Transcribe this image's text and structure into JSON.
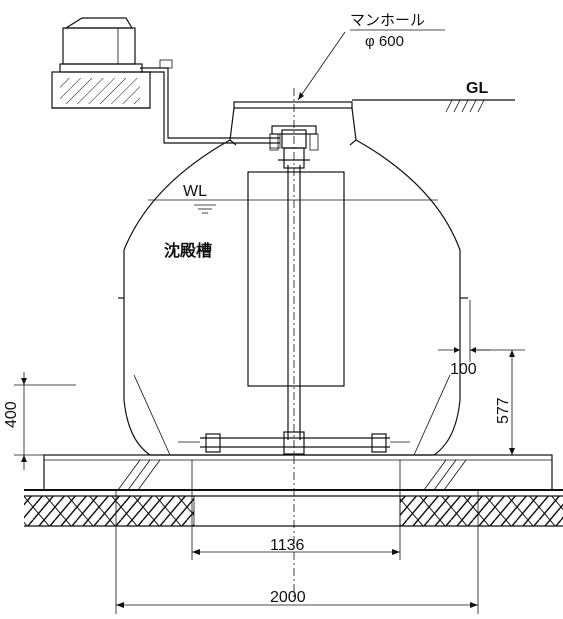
{
  "labels": {
    "manhole": "マンホール",
    "manhole_diameter": "φ 600",
    "ground_level": "GL",
    "water_level": "WL",
    "tank_name": "沈殿槽"
  },
  "dimensions": {
    "base_height": "400",
    "side_offset": "100",
    "inlet_height": "577",
    "inner_width": "1136",
    "outer_width": "2000"
  },
  "colors": {
    "line": "#111111",
    "background": "#ffffff"
  }
}
